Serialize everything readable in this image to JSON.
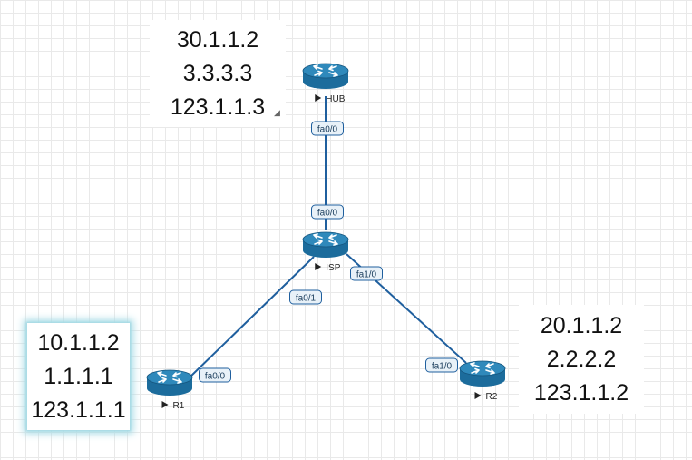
{
  "devices": [
    {
      "id": "hub",
      "name": "HUB"
    },
    {
      "id": "isp",
      "name": "ISP"
    },
    {
      "id": "r1",
      "name": "R1"
    },
    {
      "id": "r2",
      "name": "R2"
    }
  ],
  "links": [
    {
      "from": "hub",
      "to": "isp",
      "from_port": "fa0/0",
      "to_port": "fa0/0"
    },
    {
      "from": "isp",
      "to": "r1",
      "from_port": "fa0/1",
      "to_port": "fa0/0"
    },
    {
      "from": "isp",
      "to": "r2",
      "from_port": "fa1/0",
      "to_port": "fa1/0"
    }
  ],
  "address_notes": {
    "hub": [
      "30.1.1.2",
      "3.3.3.3",
      "123.1.1.3"
    ],
    "r2": [
      "20.1.1.2",
      "2.2.2.2",
      "123.1.1.2"
    ],
    "r1": [
      "10.1.1.2",
      "1.1.1.1",
      "123.1.1.1"
    ]
  },
  "colors": {
    "link": "#1f5f9e",
    "router_body": "#1c6c9c",
    "router_top": "#2f89bb",
    "router_arrows": "#ffffff",
    "port_label_bg": "#e8f1f8",
    "port_label_border": "#1f5f9e",
    "selection_glow": "#a9dce6"
  },
  "icons": {
    "router": "router-icon",
    "start_marker": "play-triangle-icon"
  }
}
